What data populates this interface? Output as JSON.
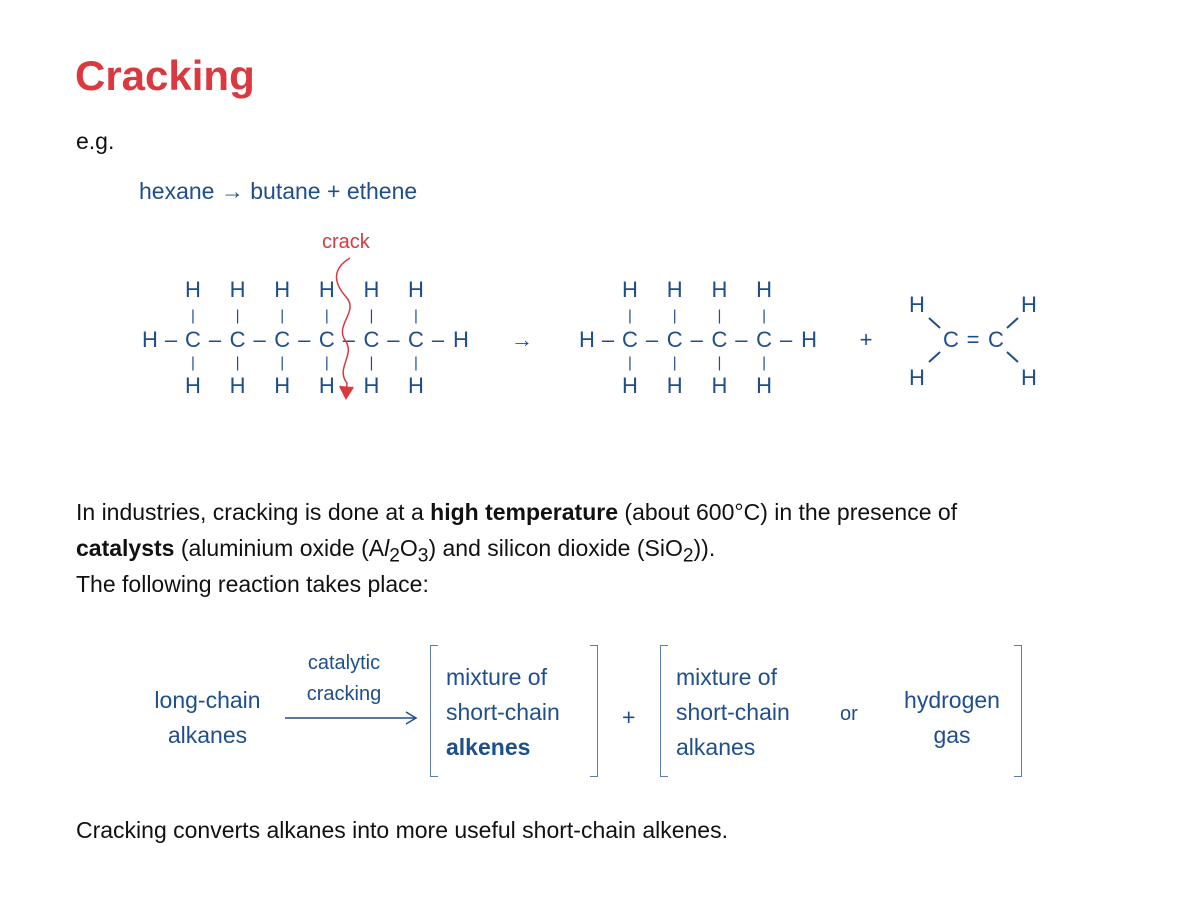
{
  "title": "Cracking",
  "eg": "e.g.",
  "word_equation": {
    "reactant": "hexane",
    "arrow": "→",
    "product1": "butane",
    "plus": "+",
    "product2": "ethene"
  },
  "crack_label": "crack",
  "atoms": {
    "C": "C",
    "H": "H",
    "bond_h": "–",
    "bond_v": "|",
    "double": "="
  },
  "structural": {
    "arrow": "→",
    "plus": "+",
    "hexane_carbons": 6,
    "butane_carbons": 4
  },
  "paragraph": {
    "line1_a": "In industries, cracking is done at a ",
    "line1_bold": "high temperature",
    "line1_b": " (about 600°C) in the presence of",
    "line2_bold": "catalysts",
    "line2_a": "  (aluminium oxide (A",
    "line2_l": "l",
    "sub2": "2",
    "o": "O",
    "sub3": "3",
    "line2_b": ") and silicon dioxide (SiO",
    "line2_c": ")).",
    "line3": "The following reaction takes place:"
  },
  "reaction": {
    "reactant_1": "long-chain",
    "reactant_2": "alkanes",
    "condition_1": "catalytic",
    "condition_2": "cracking",
    "product1_1": "mixture of",
    "product1_2": "short-chain",
    "product1_3": "alkenes",
    "plus": "+",
    "product2_1": "mixture of",
    "product2_2": "short-chain",
    "product2_3": "alkanes",
    "or": "or",
    "product3_1": "hydrogen",
    "product3_2": "gas"
  },
  "conclusion": "Cracking converts alkanes into more useful short-chain alkenes.",
  "colors": {
    "blue": "#1f4e8c",
    "red": "#d9393f"
  }
}
